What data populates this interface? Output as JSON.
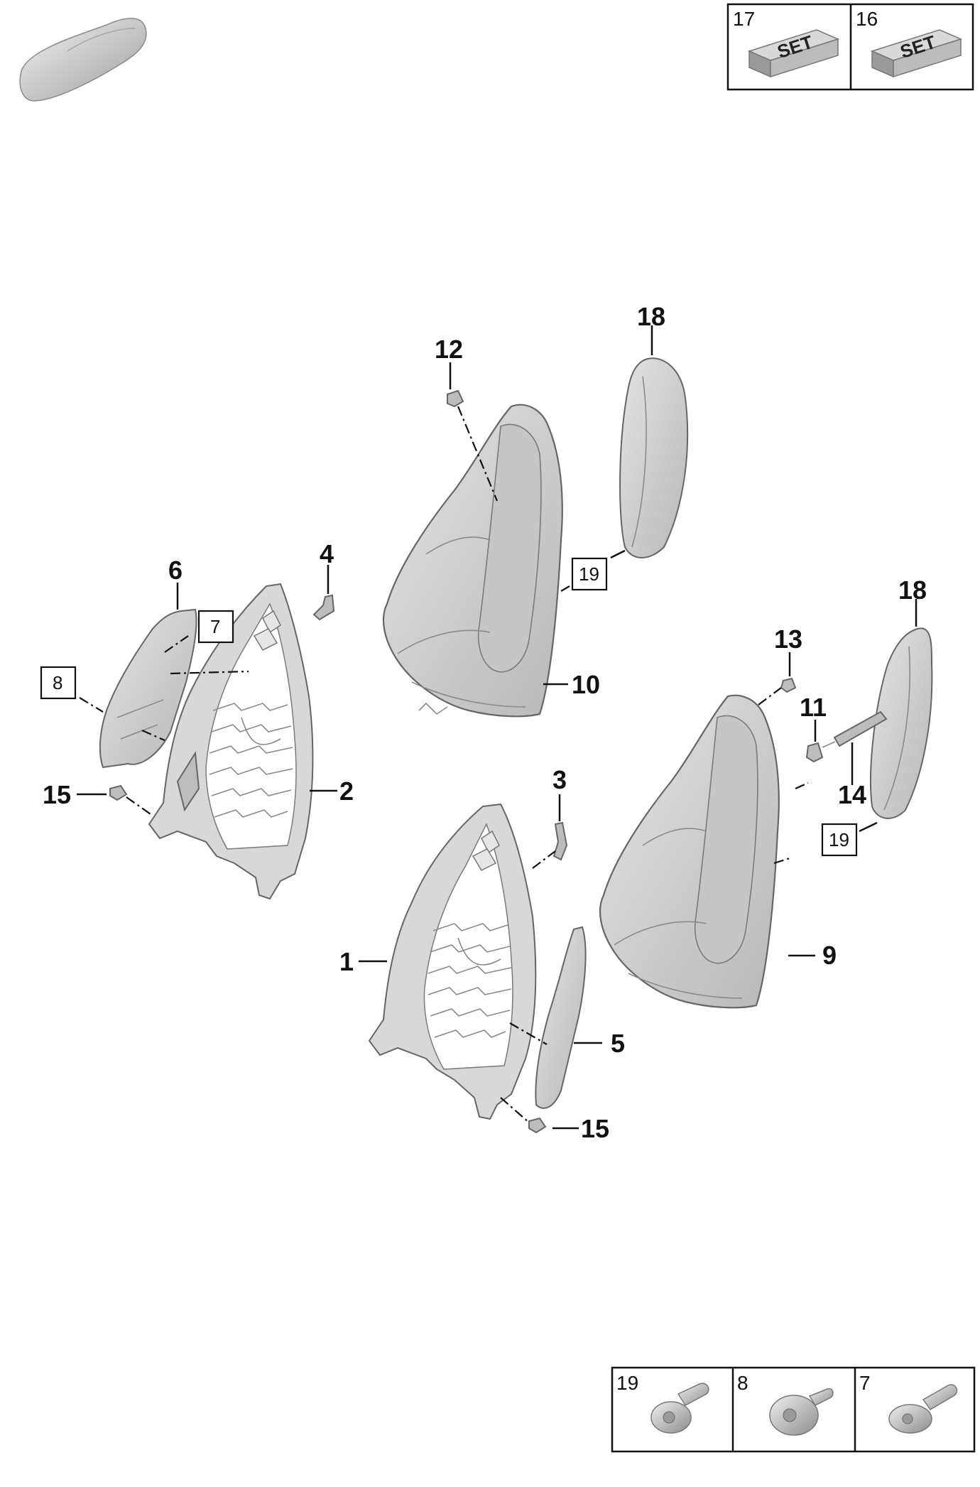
{
  "callouts": {
    "c1": "1",
    "c2": "2",
    "c3": "3",
    "c4": "4",
    "c5": "5",
    "c6": "6",
    "c9": "9",
    "c10": "10",
    "c11": "11",
    "c12": "12",
    "c13": "13",
    "c14": "14",
    "c15a": "15",
    "c15b": "15",
    "c18a": "18",
    "c18b": "18"
  },
  "boxed_callouts": {
    "b7": "7",
    "b8": "8",
    "b19a": "19",
    "b19b": "19"
  },
  "top_panel": {
    "cell_a_number": "17",
    "cell_a_label": "SET",
    "cell_b_number": "16",
    "cell_b_label": "SET"
  },
  "bottom_panel": {
    "cell_a_number": "19",
    "cell_b_number": "8",
    "cell_c_number": "7"
  }
}
